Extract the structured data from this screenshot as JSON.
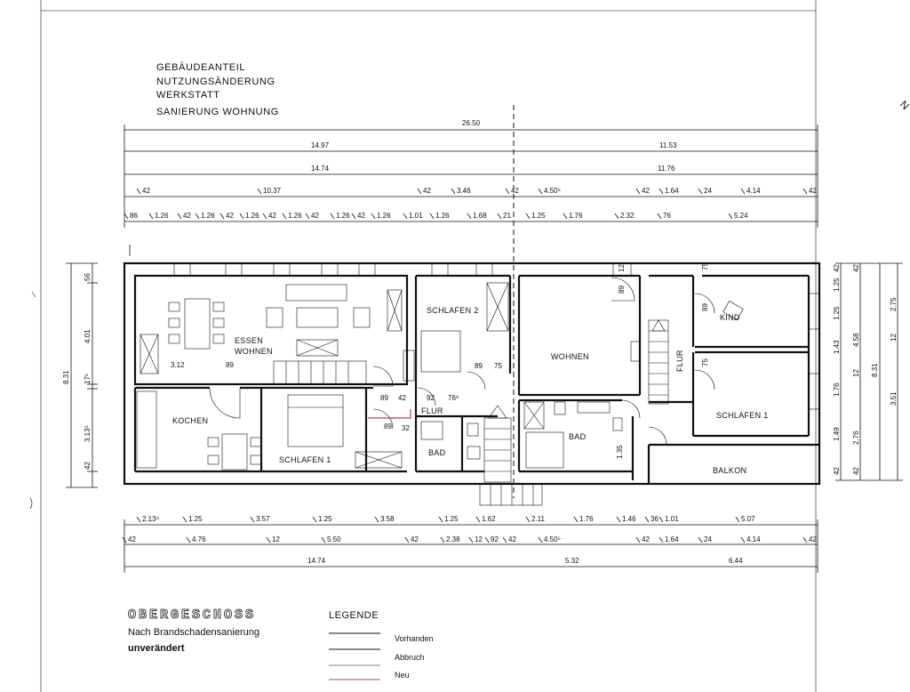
{
  "header": {
    "line1": "GEBÄUDEANTEIL",
    "line2": "NUTZUNGSÄNDERUNG",
    "line3": "WERKSTATT",
    "line4": "SANIERUNG WOHNUNG"
  },
  "corner_mark": "N",
  "dims_top": {
    "row1": [
      "26.50"
    ],
    "row2": [
      "14.97",
      "11.53"
    ],
    "row3": [
      "14.74",
      "11.76"
    ],
    "row4": [
      "42",
      "10.37",
      "42",
      "3.46",
      "42",
      "4.50⁵",
      "42",
      "1.64",
      "24",
      "4.14",
      "42"
    ],
    "row5": [
      "86",
      "1.26",
      "42",
      "1.26",
      "42",
      "1.26",
      "42",
      "1.26",
      "42",
      "1.26",
      "42",
      "1.26",
      "1.01",
      "1.26",
      "1.68",
      "21",
      "1.25",
      "1.76",
      "2.32",
      "76",
      "5.24"
    ]
  },
  "dims_bottom": {
    "row1": [
      "2.13⁴",
      "1.25",
      "3.57",
      "1.25",
      "3.58",
      "1.25",
      "1.62",
      "2.11",
      "1.76",
      "1.46",
      "36",
      "1.01",
      "5.07"
    ],
    "row2": [
      "42",
      "4.76",
      "12",
      "5.50",
      "42",
      "2.38",
      "12",
      "92",
      "42",
      "4.50⁵",
      "42",
      "1.64",
      "24",
      "4.14",
      "42"
    ],
    "row3": [
      "14.74",
      "5.32",
      "6.44"
    ]
  },
  "dims_left": {
    "outer": "8.31",
    "inner": [
      "56",
      "4.01",
      "17⁵",
      "3.13⁵",
      "42"
    ]
  },
  "dims_right": {
    "col1": [
      "42",
      "1.25",
      "1.25",
      "1.43",
      "1.76",
      "1.49",
      "42"
    ],
    "col2": [
      "42",
      "4.58",
      "12",
      "2.76",
      "42"
    ],
    "col3": [
      "8.31"
    ],
    "col4": [
      "2.75",
      "12",
      "3.51"
    ]
  },
  "rooms": {
    "essen": "ESSEN",
    "wohnen_left": "WOHNEN",
    "kochen": "KOCHEN",
    "schlafen1_left": "SCHLAFEN 1",
    "schlafen2": "SCHLAFEN 2",
    "flur_left": "FLUR",
    "bad_left": "BAD",
    "wohnen_right": "WOHNEN",
    "bad_right": "BAD",
    "flur_right": "FLUR",
    "kind": "KIND",
    "schlafen1_right": "SCHLAFEN 1",
    "balkon": "BALKON"
  },
  "inner_dims": [
    "3.12",
    "89",
    "89",
    "42",
    "92",
    "76⁸",
    "89",
    "75",
    "89",
    "32",
    "12",
    "89",
    "89",
    "75",
    "75",
    "1.35"
  ],
  "footer": {
    "title": "OBERGESCHOSS",
    "subtitle": "Nach Brandschadensanierung",
    "status": "unverändert"
  },
  "legend": {
    "title": "LEGENDE",
    "items": [
      {
        "label": "Vorhanden",
        "color": "#111111"
      },
      {
        "label": "Abbruch",
        "color": "#111111"
      },
      {
        "label": "Neu",
        "color": "#b0405a"
      }
    ]
  }
}
